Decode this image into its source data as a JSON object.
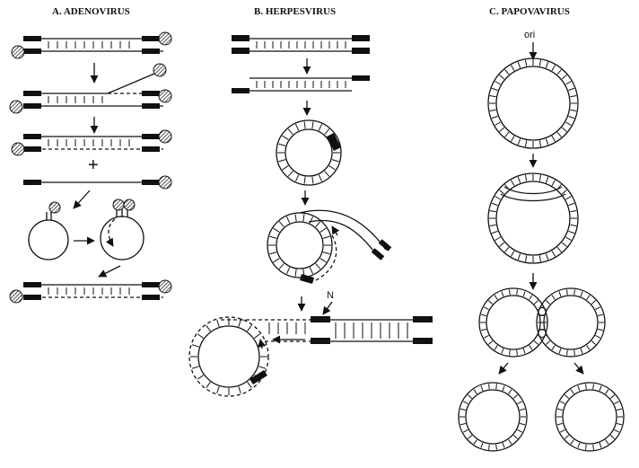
{
  "panels": {
    "adenovirus": {
      "title": "A. ADENOVIRUS"
    },
    "herpesvirus": {
      "title": "B. HERPESVIRUS",
      "origin_label": "N"
    },
    "papovavirus": {
      "title": "C. PAPOVAVIRUS",
      "origin_label": "ori"
    }
  },
  "symbols": {
    "plus": "+"
  },
  "colors": {
    "ink": "#111111",
    "background": "#ffffff"
  }
}
